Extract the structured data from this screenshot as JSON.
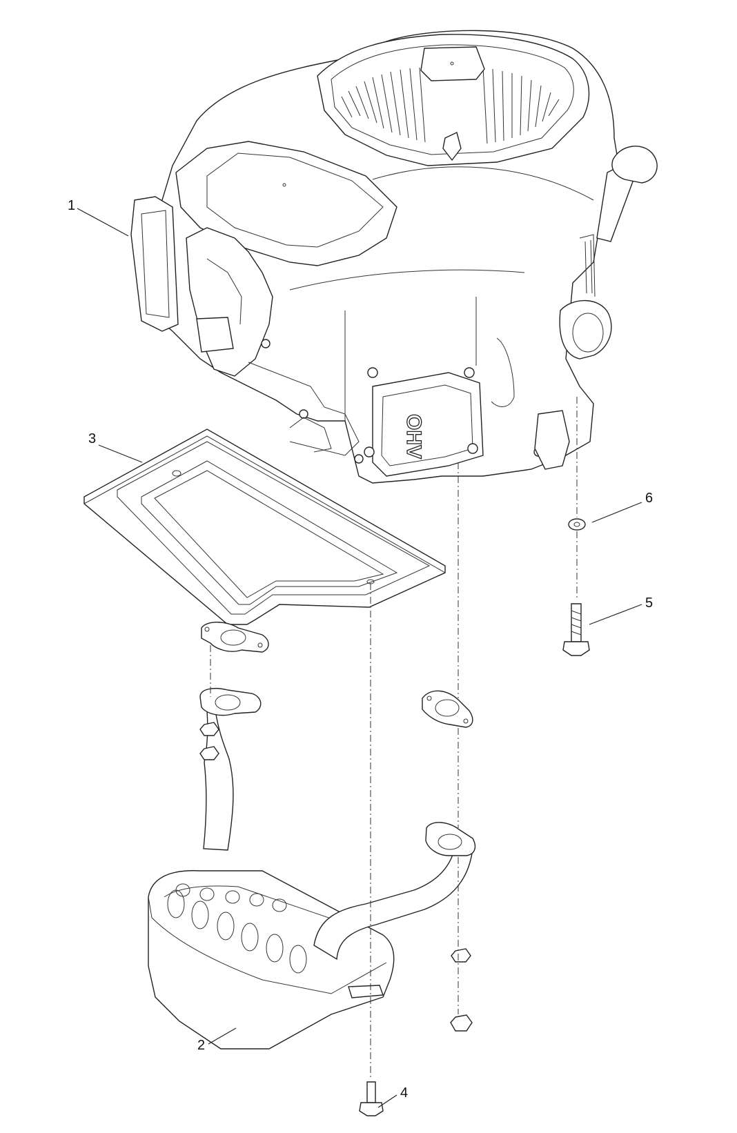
{
  "callouts": [
    {
      "id": "1",
      "part": "engine"
    },
    {
      "id": "2",
      "part": "muffler"
    },
    {
      "id": "3",
      "part": "heat-shield"
    },
    {
      "id": "4",
      "part": "bolt-bottom"
    },
    {
      "id": "5",
      "part": "bolt-right"
    },
    {
      "id": "6",
      "part": "washer"
    }
  ],
  "engine_marking": "OHV"
}
